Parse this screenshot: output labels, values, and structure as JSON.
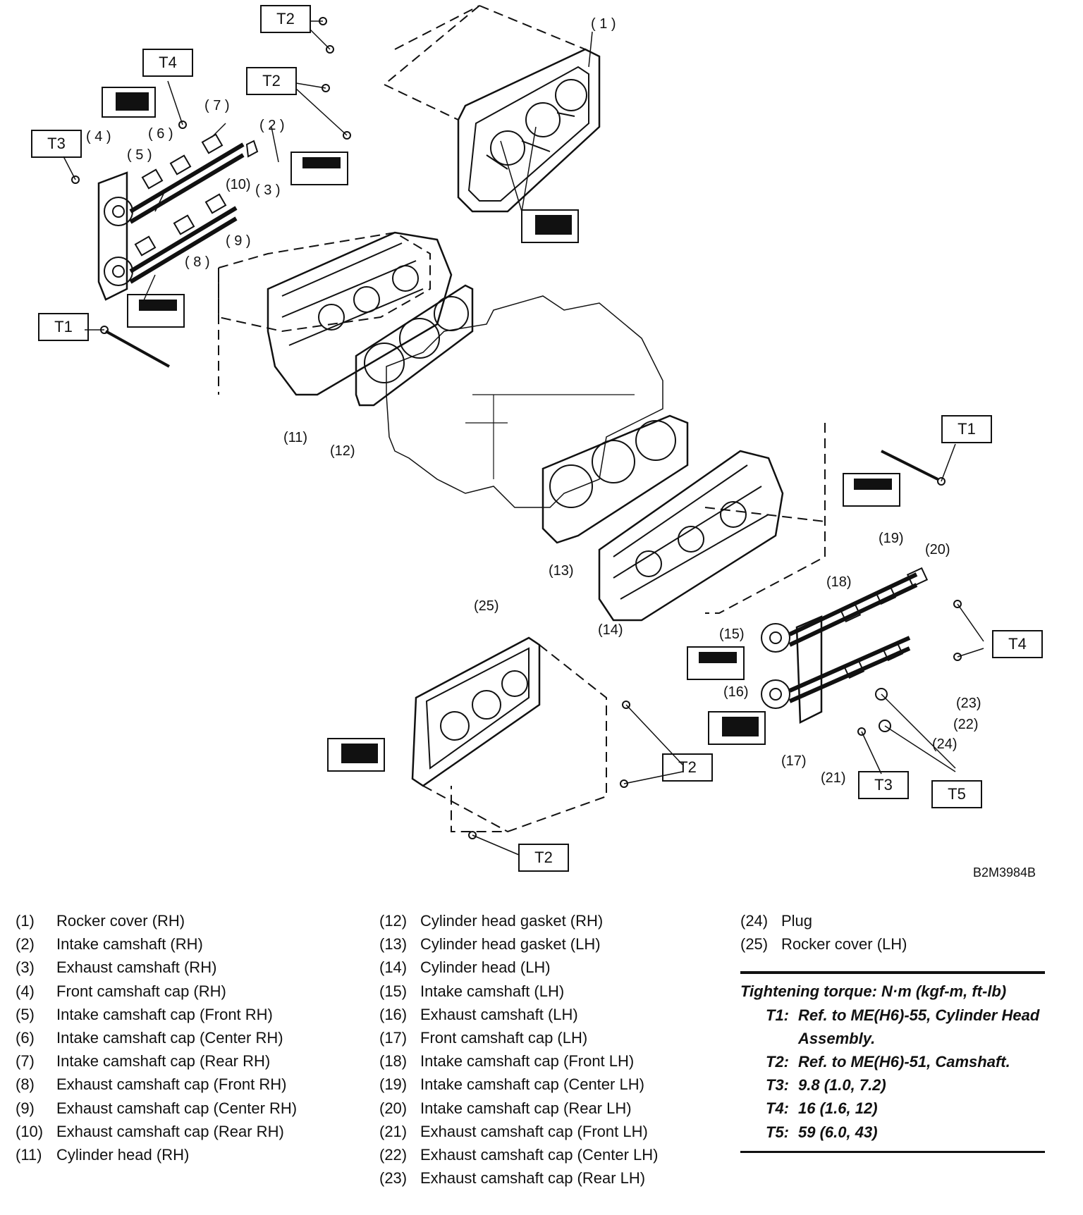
{
  "diagram": {
    "torque_tags": {
      "t1a": "T1",
      "t1b": "T1",
      "t2a": "T2",
      "t2b": "T2",
      "t2c": "T2",
      "t2d": "T2",
      "t3a": "T3",
      "t3b": "T3",
      "t4a": "T4",
      "t4b": "T4",
      "t5": "T5"
    },
    "callouts": {
      "c1": "( 1 )",
      "c2": "( 2 )",
      "c3": "( 3 )",
      "c4": "( 4 )",
      "c5": "( 5 )",
      "c6": "( 6 )",
      "c7": "( 7 )",
      "c8": "( 8 )",
      "c9": "( 9 )",
      "c10": "(10)",
      "c11": "(11)",
      "c12": "(12)",
      "c13": "(13)",
      "c14": "(14)",
      "c15": "(15)",
      "c16": "(16)",
      "c17": "(17)",
      "c18": "(18)",
      "c19": "(19)",
      "c20": "(20)",
      "c21": "(21)",
      "c22": "(22)",
      "c23": "(23)",
      "c24": "(24)",
      "c25": "(25)"
    },
    "figure_code": "B2M3984B"
  },
  "legend": {
    "col1": [
      {
        "n": "(1)",
        "t": "Rocker cover (RH)"
      },
      {
        "n": "(2)",
        "t": "Intake camshaft (RH)"
      },
      {
        "n": "(3)",
        "t": "Exhaust camshaft (RH)"
      },
      {
        "n": "(4)",
        "t": "Front camshaft cap (RH)"
      },
      {
        "n": "(5)",
        "t": "Intake camshaft cap (Front RH)"
      },
      {
        "n": "(6)",
        "t": "Intake camshaft cap (Center RH)"
      },
      {
        "n": "(7)",
        "t": "Intake camshaft cap (Rear RH)"
      },
      {
        "n": "(8)",
        "t": "Exhaust camshaft cap (Front RH)"
      },
      {
        "n": "(9)",
        "t": "Exhaust camshaft cap (Center RH)"
      },
      {
        "n": "(10)",
        "t": "Exhaust camshaft cap (Rear RH)"
      },
      {
        "n": "(11)",
        "t": "Cylinder head (RH)"
      }
    ],
    "col2": [
      {
        "n": "(12)",
        "t": "Cylinder head gasket (RH)"
      },
      {
        "n": "(13)",
        "t": "Cylinder head gasket (LH)"
      },
      {
        "n": "(14)",
        "t": "Cylinder head (LH)"
      },
      {
        "n": "(15)",
        "t": "Intake camshaft (LH)"
      },
      {
        "n": "(16)",
        "t": "Exhaust camshaft (LH)"
      },
      {
        "n": "(17)",
        "t": "Front camshaft cap (LH)"
      },
      {
        "n": "(18)",
        "t": "Intake camshaft cap (Front LH)"
      },
      {
        "n": "(19)",
        "t": "Intake camshaft cap (Center LH)"
      },
      {
        "n": "(20)",
        "t": "Intake camshaft cap (Rear LH)"
      },
      {
        "n": "(21)",
        "t": "Exhaust camshaft cap (Front LH)"
      },
      {
        "n": "(22)",
        "t": "Exhaust camshaft cap (Center LH)"
      },
      {
        "n": "(23)",
        "t": "Exhaust camshaft cap (Rear LH)"
      }
    ],
    "col3": [
      {
        "n": "(24)",
        "t": "Plug"
      },
      {
        "n": "(25)",
        "t": "Rocker cover (LH)"
      }
    ]
  },
  "torque": {
    "heading": "Tightening torque: N·m (kgf-m, ft-lb)",
    "items": [
      {
        "k": "T1:",
        "v": "Ref. to ME(H6)-55, Cylinder Head Assembly."
      },
      {
        "k": "T2:",
        "v": "Ref. to ME(H6)-51, Camshaft."
      },
      {
        "k": "T3:",
        "v": "9.8 (1.0, 7.2)"
      },
      {
        "k": "T4:",
        "v": "16 (1.6, 12)"
      },
      {
        "k": "T5:",
        "v": "59 (6.0, 43)"
      }
    ]
  }
}
